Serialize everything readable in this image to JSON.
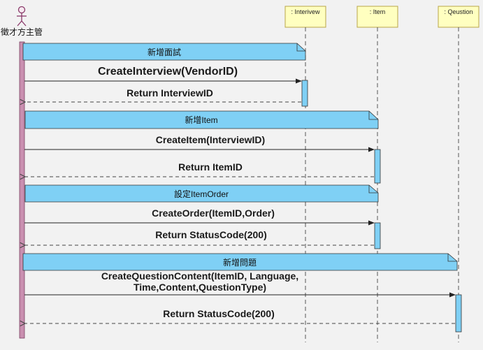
{
  "colors": {
    "background": "#f2f2f2",
    "lifeline_box": "#ffffc0",
    "lifeline_box_border": "#b8a64a",
    "note_fill": "#7fd0f5",
    "activation_fill": "#7fd0f5",
    "actor_activation": "#c98fb0",
    "line": "#333333"
  },
  "actor": {
    "name": "徵才方主管",
    "icon": "stick-figure-icon"
  },
  "lifelines": [
    {
      "id": "interview",
      "label": ": Interivew"
    },
    {
      "id": "item",
      "label": ": Item"
    },
    {
      "id": "question",
      "label": ": Qeustion"
    }
  ],
  "notes": [
    {
      "text": "新增面試"
    },
    {
      "text": "新增Item"
    },
    {
      "text": "設定ItemOrder"
    },
    {
      "text": "新增問題"
    }
  ],
  "messages": [
    {
      "label": "CreateInterview(VendorID)",
      "type": "call"
    },
    {
      "label": "Return InterviewID",
      "type": "return"
    },
    {
      "label": "CreateItem(InterviewID)",
      "type": "call"
    },
    {
      "label": "Return ItemID",
      "type": "return"
    },
    {
      "label": "CreateOrder(ItemID,Order)",
      "type": "call"
    },
    {
      "label": "Return StatusCode(200)",
      "type": "return"
    },
    {
      "label_lines": [
        "CreateQuestionContent(ItemID, Language,",
        "Time,Content,QuestionType)"
      ],
      "type": "call"
    },
    {
      "label": "Return StatusCode(200)",
      "type": "return"
    }
  ]
}
